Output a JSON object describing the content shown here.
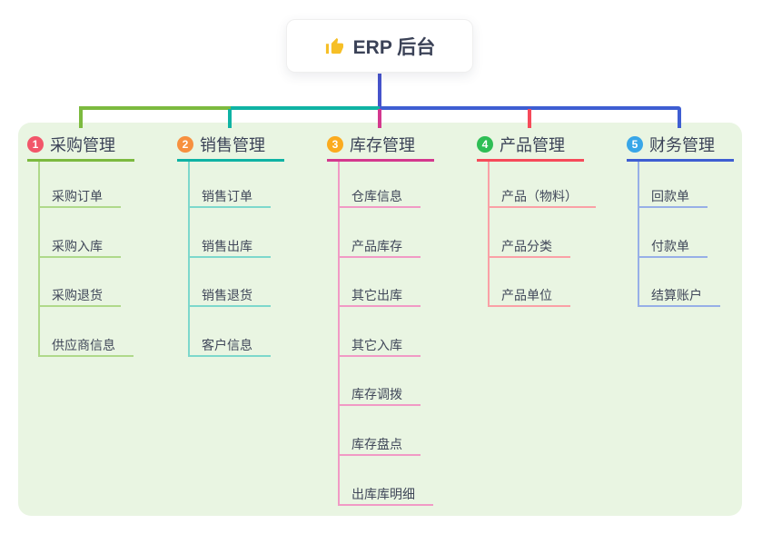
{
  "root": {
    "title": "ERP 后台",
    "icon": "thumbs-up"
  },
  "branches": [
    {
      "name": "purchase",
      "num": "1",
      "label": "采购管理",
      "badge_color": "#F2566A",
      "line_color": "#7CBA3F",
      "item_line_color": "#AFD98A",
      "items": [
        "采购订单",
        "采购入库",
        "采购退货",
        "供应商信息"
      ]
    },
    {
      "name": "sales",
      "num": "2",
      "label": "销售管理",
      "badge_color": "#F7903F",
      "line_color": "#0FB3A4",
      "item_line_color": "#7DD8CC",
      "items": [
        "销售订单",
        "销售出库",
        "销售退货",
        "客户信息"
      ]
    },
    {
      "name": "inventory",
      "num": "3",
      "label": "库存管理",
      "badge_color": "#FBAB1E",
      "line_color": "#D4388E",
      "item_line_color": "#F19AC5",
      "items": [
        "仓库信息",
        "产品库存",
        "其它出库",
        "其它入库",
        "库存调拨",
        "库存盘点",
        "出库库明细"
      ]
    },
    {
      "name": "product",
      "num": "4",
      "label": "产品管理",
      "badge_color": "#2EBE55",
      "line_color": "#F64A5A",
      "item_line_color": "#FAA0A6",
      "items": [
        "产品（物料）",
        "产品分类",
        "产品单位"
      ]
    },
    {
      "name": "finance",
      "num": "5",
      "label": "财务管理",
      "badge_color": "#38A6E8",
      "line_color": "#3E5ED2",
      "item_line_color": "#97AFE7",
      "items": [
        "回款单",
        "付款单",
        "结算账户"
      ]
    }
  ],
  "colors": {
    "canvas_bg": "#FFFFFF",
    "panel_bg": "#E9F5E2",
    "stem": "#4653CB",
    "text": "#3B4257",
    "icon_yellow": "#F6BF26"
  }
}
